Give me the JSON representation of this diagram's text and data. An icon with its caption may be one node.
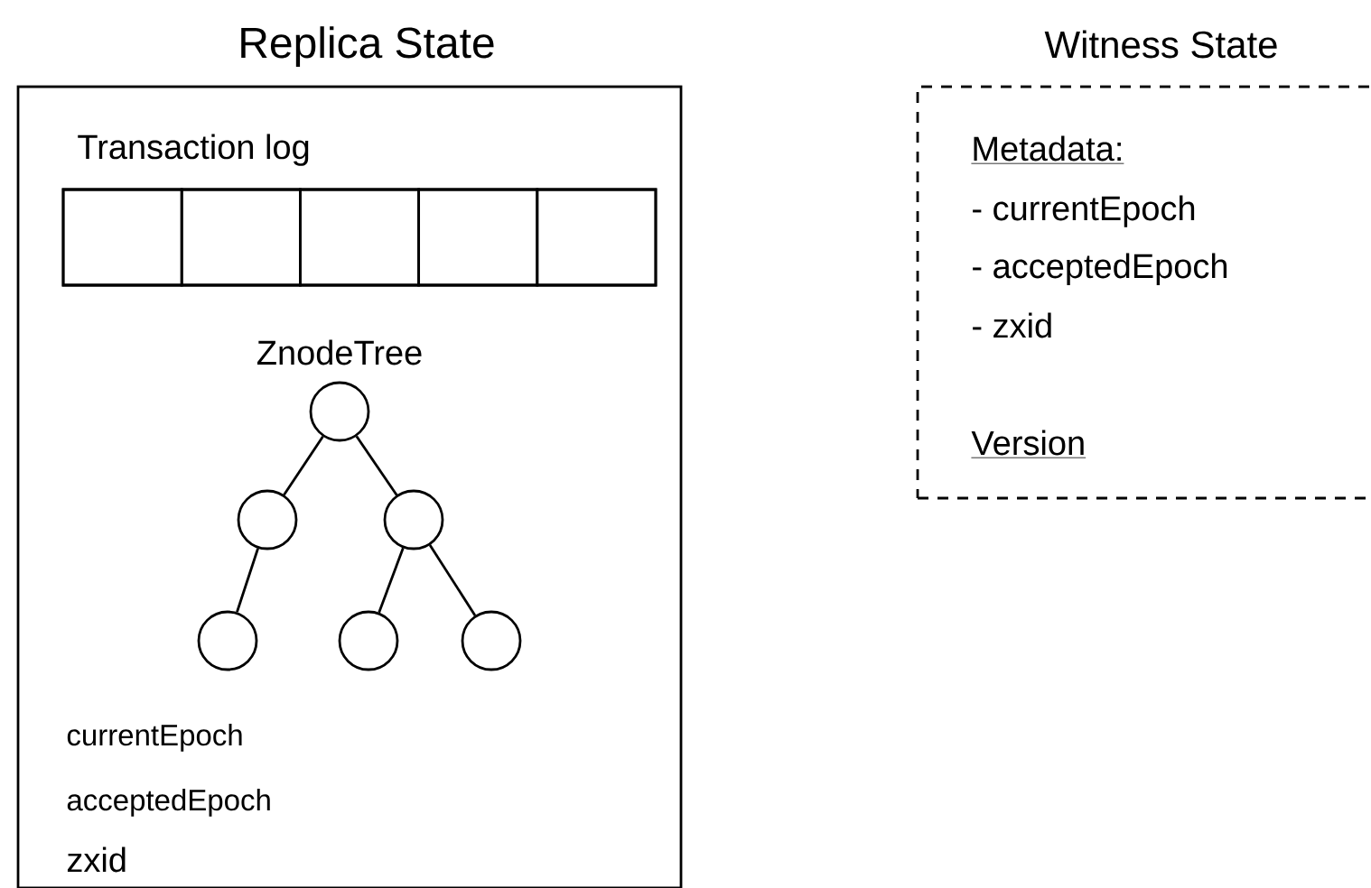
{
  "diagram": {
    "nodes": [
      {
        "text": [
          "Replica State"
        ]
      },
      {
        "text": [
          "Transaction log"
        ],
        "in": 0
      },
      {
        "text": [],
        "shape": "box",
        "in": 1
      },
      {
        "text": [],
        "shape": "box",
        "in": 1
      },
      {
        "text": [],
        "shape": "box",
        "in": 1
      },
      {
        "text": [],
        "shape": "box",
        "in": 1
      },
      {
        "text": [],
        "shape": "box",
        "in": 1
      },
      {
        "text": [],
        "shape": "circle",
        "in": 0
      },
      {
        "text": [],
        "shape": "circle",
        "in": 0
      },
      {
        "text": [],
        "shape": "circle",
        "in": 0
      },
      {
        "text": [],
        "shape": "circle",
        "in": 0
      },
      {
        "text": [],
        "shape": "circle",
        "in": 0
      },
      {
        "text": [],
        "shape": "circle",
        "in": 0
      },
      {
        "text": [
          "Witness State",
          "Metadata:",
          "- currentEpoch",
          "- acceptedEpoch",
          "- zxid",
          "Version"
        ]
      }
    ],
    "edges": [
      {
        "from": 7,
        "to": 8,
        "arrow": "none"
      },
      {
        "from": 7,
        "to": 9,
        "arrow": "none"
      },
      {
        "from": 8,
        "to": 10,
        "arrow": "none"
      },
      {
        "from": 9,
        "to": 11,
        "arrow": "none"
      },
      {
        "from": 9,
        "to": 12,
        "arrow": "none"
      }
    ],
    "labels": [
      "ZnodeTree",
      "currentEpoch",
      "acceptedEpoch",
      "zxid"
    ]
  }
}
